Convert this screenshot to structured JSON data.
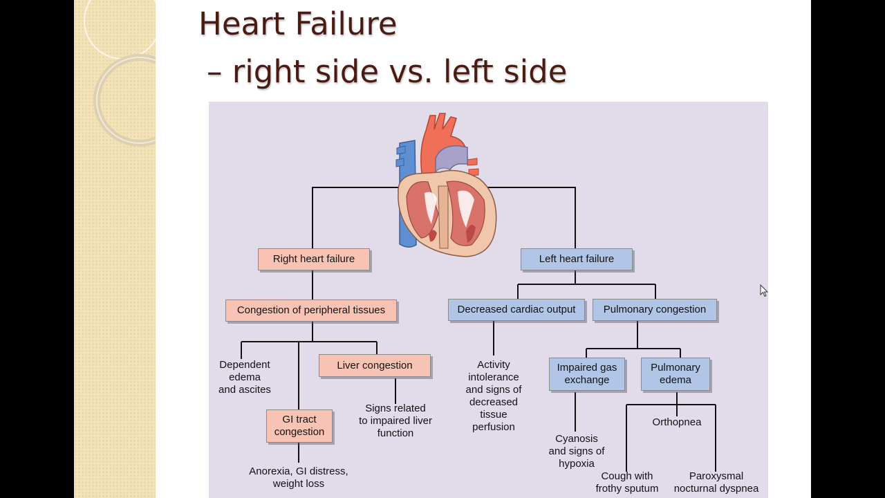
{
  "slide": {
    "title_line1": "Heart Failure",
    "title_line2": "– right side vs. left side"
  },
  "diagram": {
    "right_heart_failure": "Right heart failure",
    "left_heart_failure": "Left heart failure",
    "congestion_peripheral": "Congestion of peripheral tissues",
    "decreased_cardiac_output": "Decreased cardiac output",
    "pulmonary_congestion": "Pulmonary congestion",
    "dependent_edema": "Dependent\nedema\nand ascites",
    "liver_congestion": "Liver congestion",
    "gi_tract_congestion": "GI tract\ncongestion",
    "liver_signs": "Signs related\nto impaired liver\nfunction",
    "gi_signs": "Anorexia, GI distress,\nweight loss",
    "activity_intolerance": "Activity\nintolerance\nand signs of\ndecreased\ntissue\nperfusion",
    "impaired_gas_exchange": "Impaired gas\nexchange",
    "pulmonary_edema": "Pulmonary\nedema",
    "cyanosis": "Cyanosis\nand signs of\nhypoxia",
    "orthopnea": "Orthopnea",
    "cough": "Cough with\nfrothy sputum",
    "pnd": "Paroxysmal\nnocturnal dyspnea"
  },
  "colors": {
    "title": "#4a1a14",
    "right_box": "#f9c3b3",
    "left_box": "#b1c5e6",
    "diagram_bg": "#e1dbea"
  },
  "icons": [
    "heart-anatomy-illustration",
    "mouse-cursor-icon"
  ]
}
